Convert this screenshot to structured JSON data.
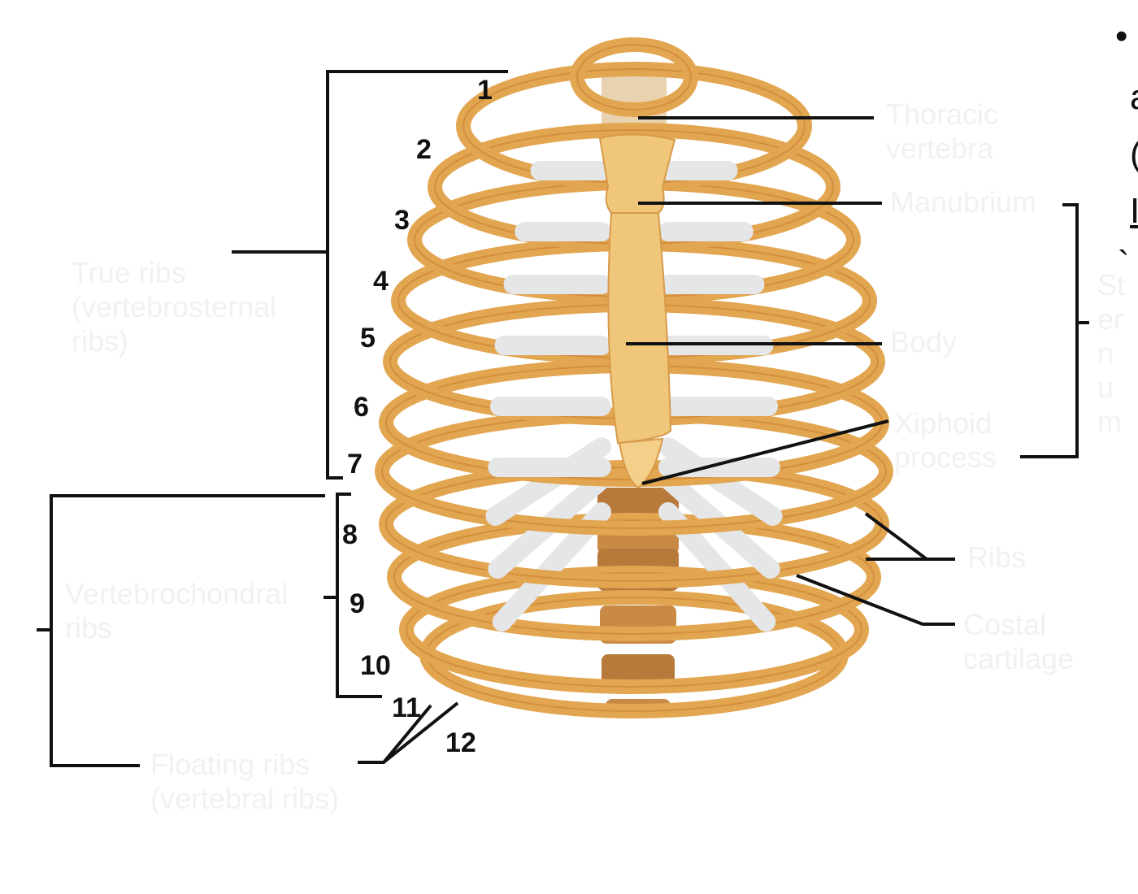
{
  "rib_numbers": [
    "1",
    "2",
    "3",
    "4",
    "5",
    "6",
    "7",
    "8",
    "9",
    "10",
    "11",
    "12"
  ],
  "labels": {
    "thoracic_vertebra": "Thoracic vertebra",
    "manubrium": "Manubrium",
    "body": "Body",
    "xiphoid": "Xiphoid process",
    "sternum": "Sternum",
    "true_ribs": "True ribs (vertebrosternal ribs)",
    "vertebrochondral": "Vertebrochondral ribs",
    "floating_ribs": "Floating ribs (vertebral ribs)",
    "ribs": "Ribs",
    "costal_cartilage": "Costal cartilage"
  },
  "side_text": {
    "bullet": "•",
    "line1": "a",
    "line2": "(",
    "line3": "I",
    "bullet2": "`"
  },
  "colors": {
    "bone": "#e2a550",
    "bone_dark": "#c47a2c",
    "cartilage": "#e4e6e8",
    "vertebra": "#b87a3a"
  }
}
